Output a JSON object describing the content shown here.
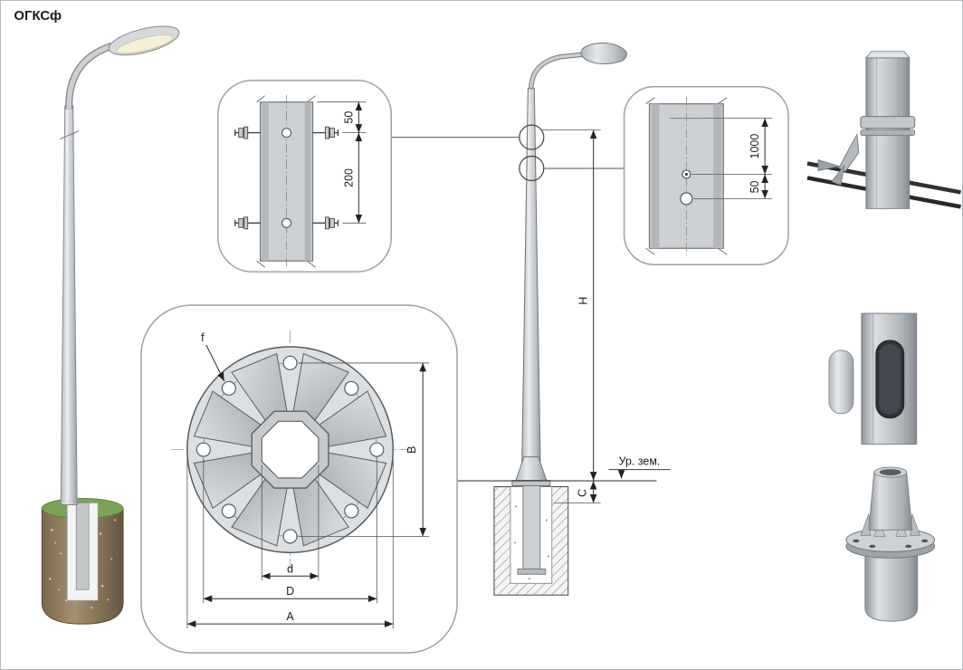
{
  "title": "ОГКСф",
  "detail_top": {
    "dim_top_offset": "50",
    "dim_bolt_spacing": "200"
  },
  "detail_side": {
    "dim_entry_height": "1000",
    "dim_hole_offset": "50"
  },
  "elevation": {
    "dim_height": "H",
    "dim_base_offset": "C",
    "ground_label": "Ур. зем."
  },
  "flange_view": {
    "hole_diameter_label": "f",
    "dim_inner_diameter": "d",
    "dim_bolt_circle": "D",
    "dim_outer_diameter": "A",
    "dim_hole_span": "B"
  }
}
